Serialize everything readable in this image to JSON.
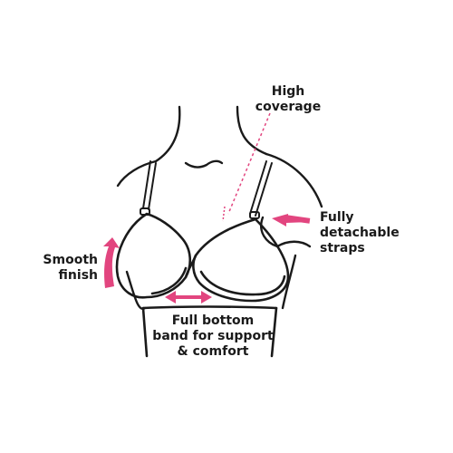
{
  "accent_color": "#e2457f",
  "line_color": "#1a1a1a",
  "callouts": {
    "high_coverage": "High\ncoverage",
    "detachable_straps": "Fully\ndetachable\nstraps",
    "smooth_finish": "Smooth\nfinish",
    "bottom_band": "Full bottom\nband for support\n& comfort"
  }
}
